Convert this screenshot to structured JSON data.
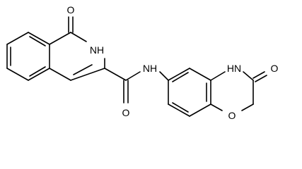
{
  "molecule": {
    "atom_labels": {
      "o_lactam_top": "O",
      "nh_isoquinolinone": "NH",
      "nh_amide": "N​H",
      "o_amide": "O",
      "nh_oxazinone": "H​N",
      "o_oxazinone_carbonyl": "O",
      "o_ring_ether": "O"
    },
    "colors": {
      "bond": "#000000",
      "label": "#000000",
      "background": "#ffffff"
    }
  }
}
